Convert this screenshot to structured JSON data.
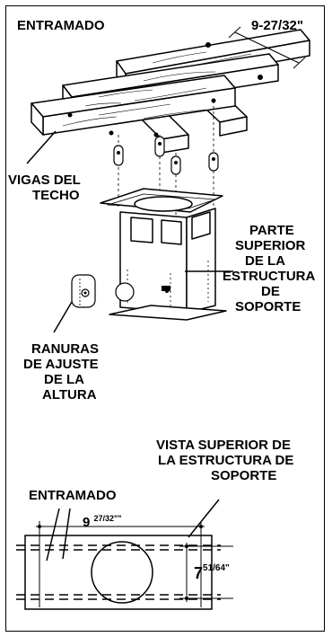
{
  "top_view": {
    "framing_label": "ENTRAMADO",
    "spacing_dimension": "9-27/32\"",
    "ceiling_joists_label": [
      "VIGAS DEL",
      "TECHO"
    ],
    "support_top_label": [
      "PARTE",
      "SUPERIOR",
      "DE LA",
      "ESTRUCTURA",
      "DE",
      "SOPORTE"
    ],
    "height_slots_label": [
      "RANURAS",
      "DE AJUSTE",
      "DE LA",
      "ALTURA"
    ]
  },
  "bottom_view": {
    "top_view_label": [
      "VISTA SUPERIOR DE",
      "LA ESTRUCTURA DE",
      "SOPORTE"
    ],
    "framing_label": "ENTRAMADO",
    "width_whole": "9",
    "width_fraction": "27/32\"\"",
    "depth_whole": "7",
    "depth_fraction": "51/64\""
  },
  "colors": {
    "line": "#000000",
    "background": "#ffffff"
  }
}
